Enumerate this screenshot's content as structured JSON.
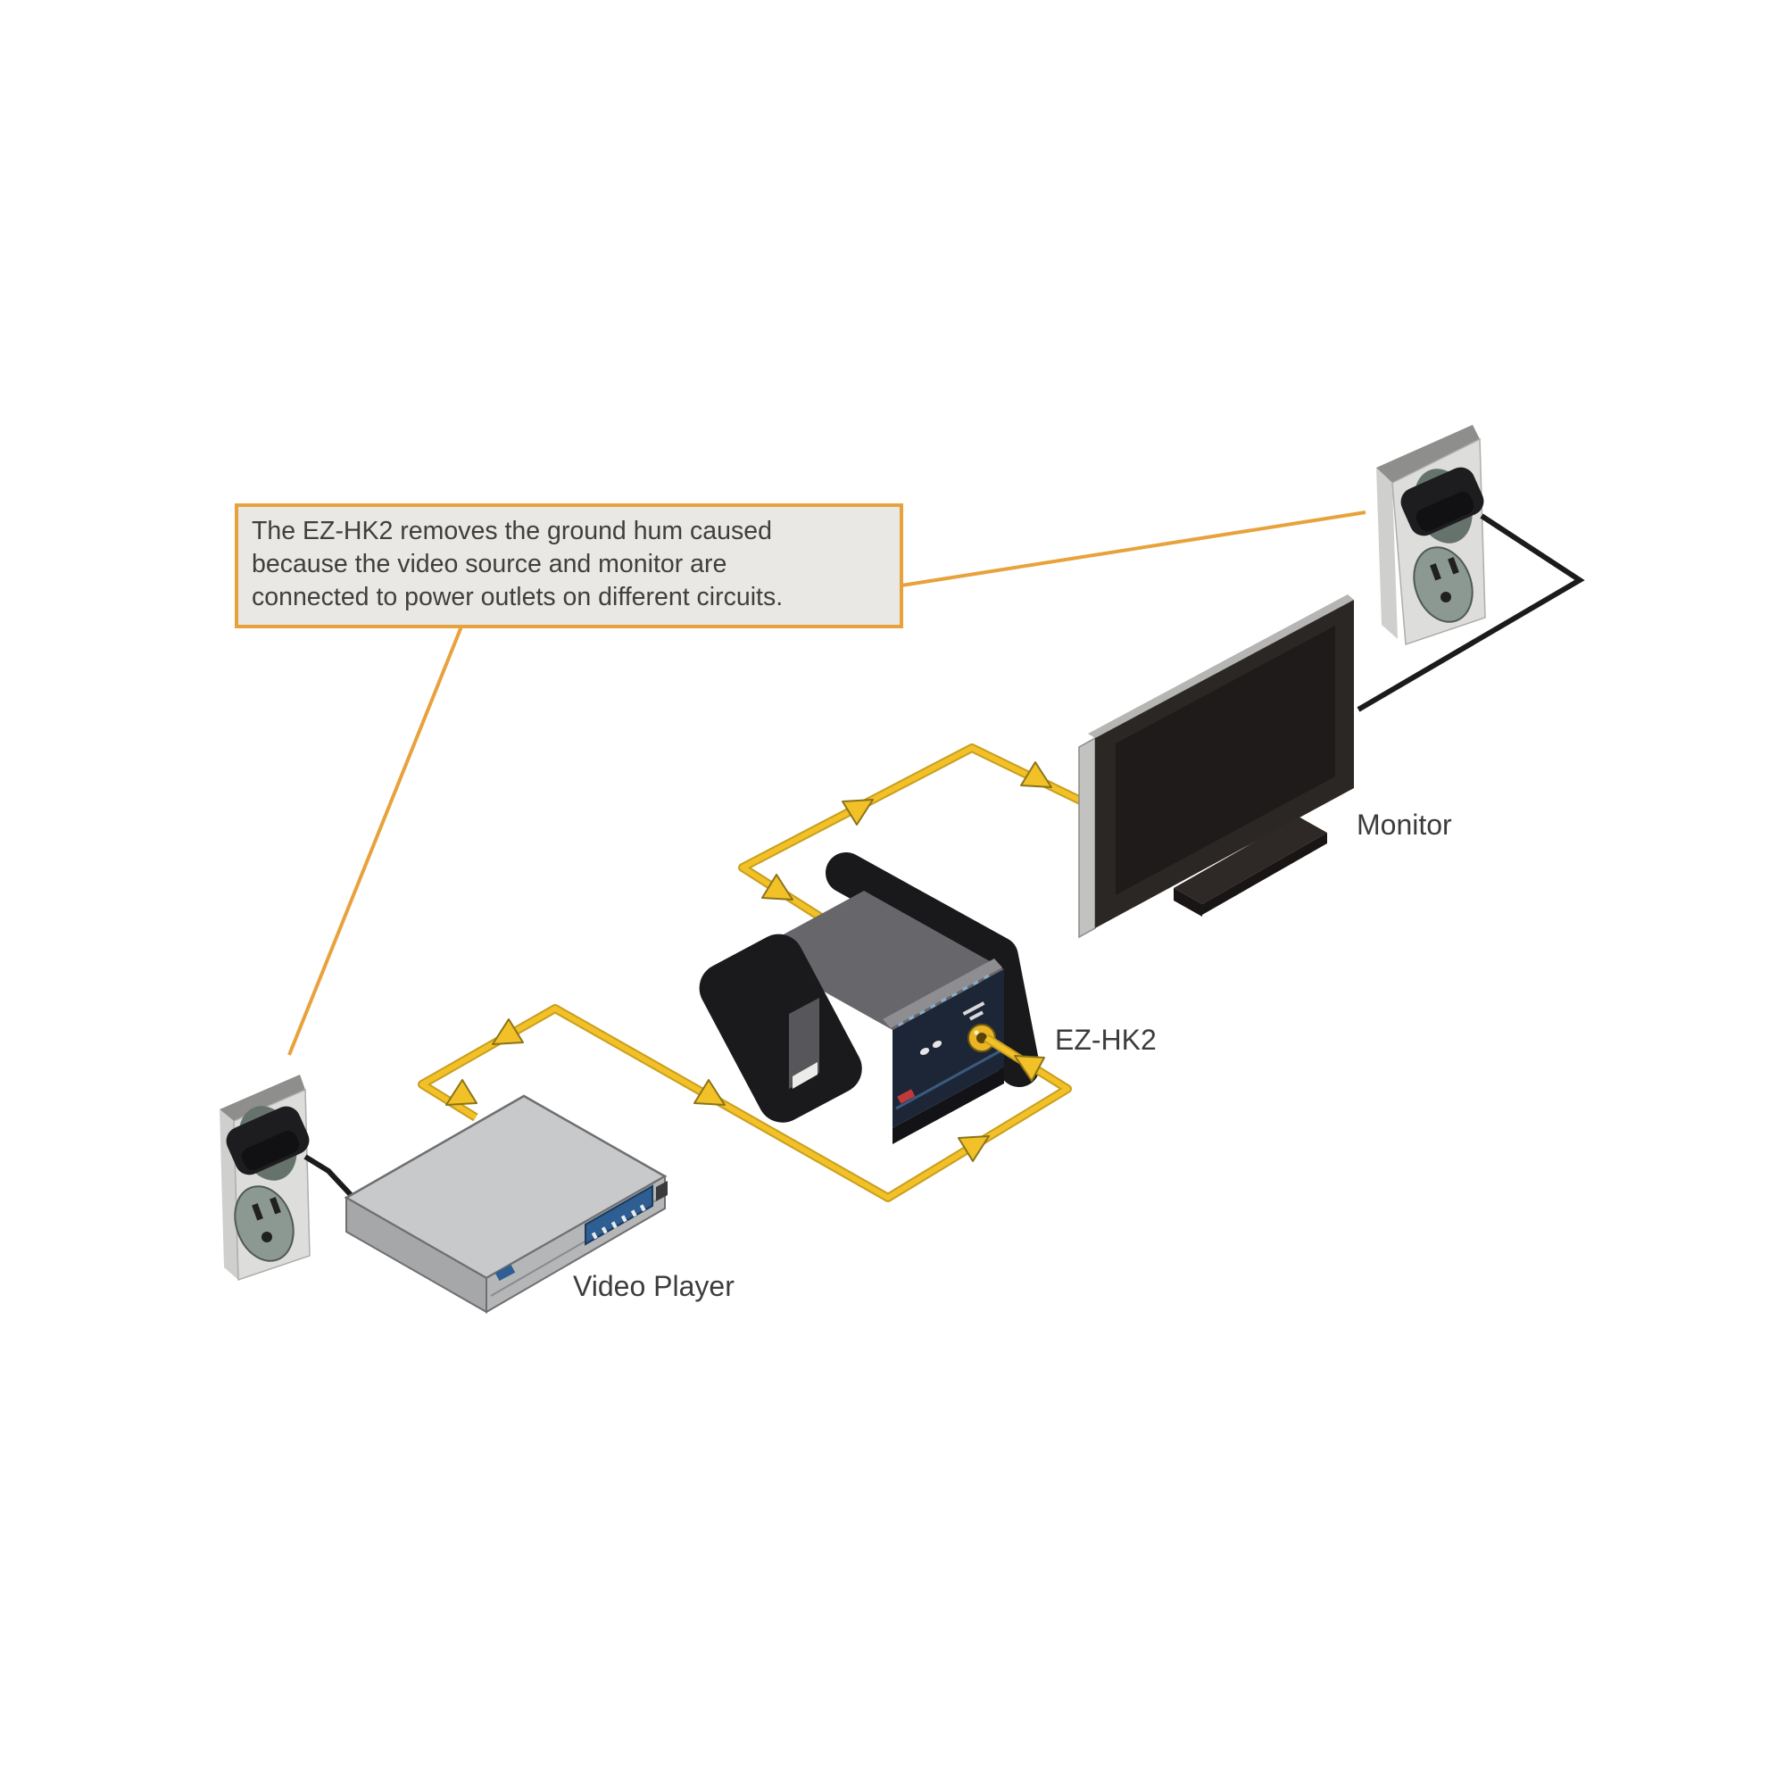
{
  "callout": {
    "lines": [
      "The EZ-HK2 removes the ground hum caused",
      "because the video source and monitor are",
      "connected to power outlets on different circuits."
    ]
  },
  "labels": {
    "monitor": "Monitor",
    "hum_eliminator": "EZ-HK2",
    "video_player": "Video Player"
  },
  "colors": {
    "callout_border": "#E8A23C",
    "callout_bg": "#EAE8E4",
    "leader_line": "#E8A23C",
    "video_cable": "#F2C127",
    "video_cable_edge": "#C99E1E",
    "power_cable": "#1B1B1B",
    "device_body": "#1A1A1C",
    "device_top": "#67676B",
    "device_front": "#1D2637",
    "bnc_connector": "#E9B525",
    "outlet_plate": "#DDDDDB",
    "receptacle": "#8C9992",
    "label_text": "#3C3C3C"
  }
}
